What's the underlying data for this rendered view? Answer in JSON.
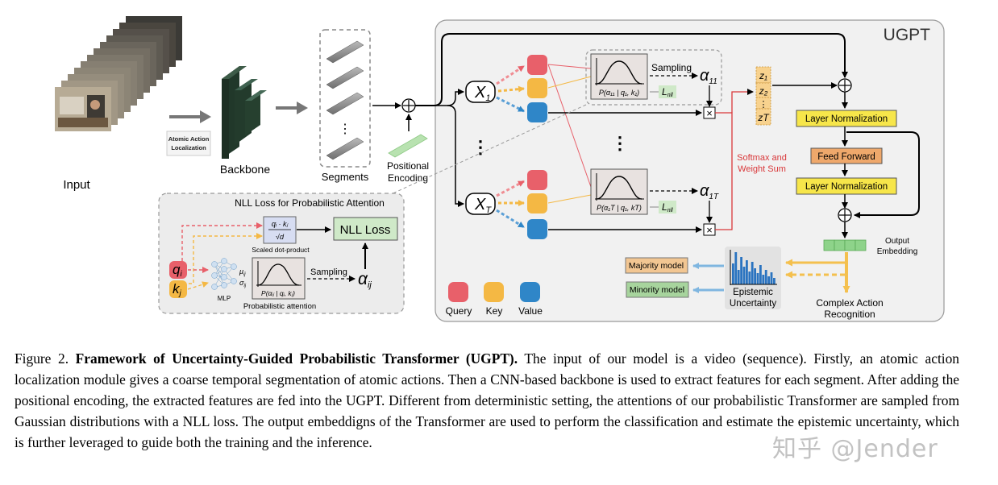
{
  "figure": {
    "input_label": "Input",
    "atomic_box_label_1": "Atomic Action",
    "atomic_box_label_2": "Localization",
    "backbone_label": "Backbone",
    "segments_label": "Segments",
    "segments_dots": "⋮",
    "pos_enc_label_1": "Positional",
    "pos_enc_label_2": "Encoding",
    "ugpt_title": "UGPT",
    "x1": "X",
    "x1_sub": "1",
    "xT": "X",
    "xT_sub": "T",
    "vdots": "⋮",
    "sampling_label": "Sampling",
    "prob_top": "P(α₁₁ | q₁, k₁)",
    "prob_bottom": "P(α₁T | q₁, kT)",
    "alpha_top": "α",
    "alpha_top_sub": "11",
    "alpha_bottom": "α",
    "alpha_bottom_sub": "1T",
    "lnll": "L",
    "lnll_sub": "nll",
    "times": "×",
    "z_items": [
      "z₁",
      "z₂",
      "⋮",
      "zT"
    ],
    "softmax_1": "Softmax and",
    "softmax_2": "Weight Sum",
    "layer_norm_1": "Layer Normalization",
    "feed_forward": "Feed Forward",
    "layer_norm_2": "Layer Normalization",
    "output_emb_1": "Output",
    "output_emb_2": "Embedding",
    "majority": "Majority model",
    "minority": "Minority model",
    "epistemic_1": "Epistemic",
    "epistemic_2": "Uncertainty",
    "complex_1": "Complex Action",
    "complex_2": "Recognition",
    "legend_query": "Query",
    "legend_key": "Key",
    "legend_value": "Value",
    "nll_title": "NLL Loss for Probabilistic Attention",
    "nll_loss": "NLL Loss",
    "scaled_dot": "Scaled dot-product",
    "mlp": "MLP",
    "prob_attention": "Probabilistic attention",
    "q_i": "q",
    "q_i_sub": "i",
    "k_j": "k",
    "k_j_sub": "j",
    "mu": "μ",
    "sigma": "σ",
    "mu_sub": "ij",
    "sigma_sub": "ij",
    "qk_num": "qᵢ · kⱼ",
    "qk_den": "√d",
    "prob_nll": "P(αᵢⱼ | qᵢ, kⱼ)",
    "sampling_nll": "Sampling",
    "alpha_ij": "α",
    "alpha_ij_sub": "ij",
    "colors": {
      "query": "#e8606a",
      "key": "#f4b844",
      "value": "#2f86c8",
      "red_line": "#d9383a",
      "layer_norm": "#f7e64a",
      "feed_forward": "#efa86b",
      "majority": "#f2c692",
      "minority": "#a7d49d",
      "output_emb": "#8ed38a",
      "hist": "#2a73c0",
      "panel": "#f1f1f1"
    }
  },
  "caption": {
    "prefix": "Figure 2.",
    "title": "Framework of Uncertainty-Guided Probabilistic Transformer (UGPT).",
    "body": "The input of our model is a video (sequence). Firstly, an atomic action localization module gives a coarse temporal segmentation of atomic actions. Then a CNN-based backbone is used to extract features for each segment. After adding the positional encoding, the extracted features are fed into the UGPT. Different from deterministic setting, the attentions of our probabilistic Transformer are sampled from Gaussian distributions with a NLL loss. The output embeddigns of the Transformer are used to perform the classification and estimate the epistemic uncertainty, which is further leveraged to guide both the training and the inference."
  },
  "watermark": "知乎 @Jender"
}
